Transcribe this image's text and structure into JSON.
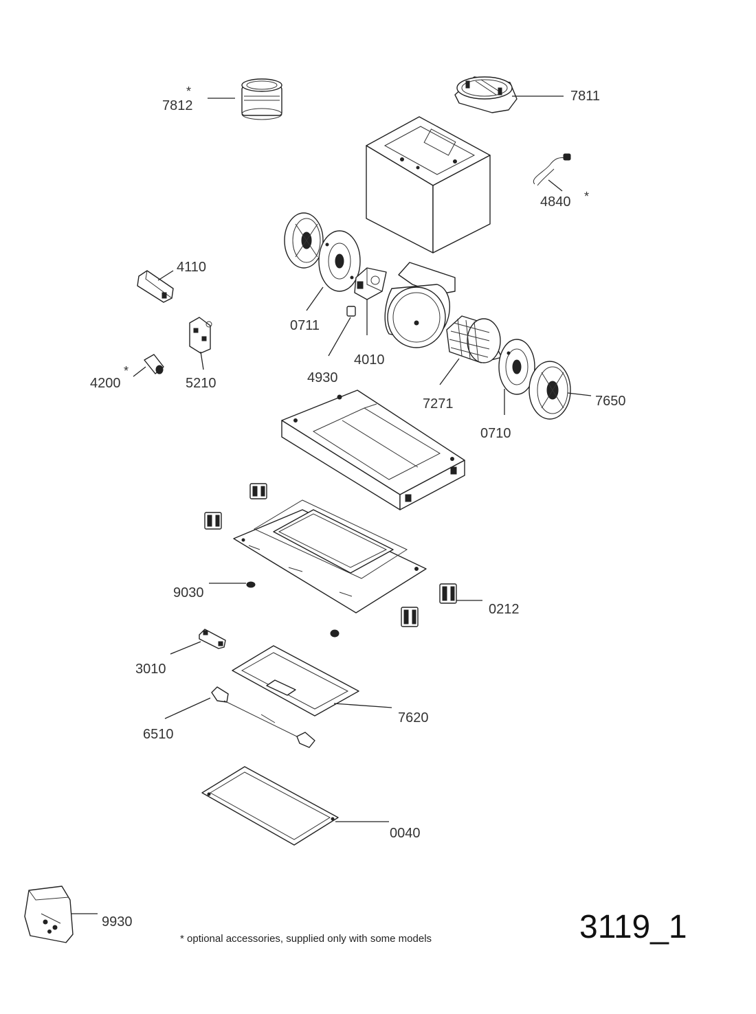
{
  "drawing_id": "3119_1",
  "footnote": "* optional accessories, supplied only with some models",
  "optional_marker": "*",
  "parts": {
    "p7812": "7812",
    "p7811": "7811",
    "p4840": "4840",
    "p4110": "4110",
    "p0711": "0711",
    "p4930": "4930",
    "p4010": "4010",
    "p4200": "4200",
    "p5210": "5210",
    "p7271": "7271",
    "p7650": "7650",
    "p0710": "0710",
    "p9030": "9030",
    "p0212": "0212",
    "p3010": "3010",
    "p7620": "7620",
    "p6510": "6510",
    "p0040": "0040",
    "p9930": "9930"
  }
}
